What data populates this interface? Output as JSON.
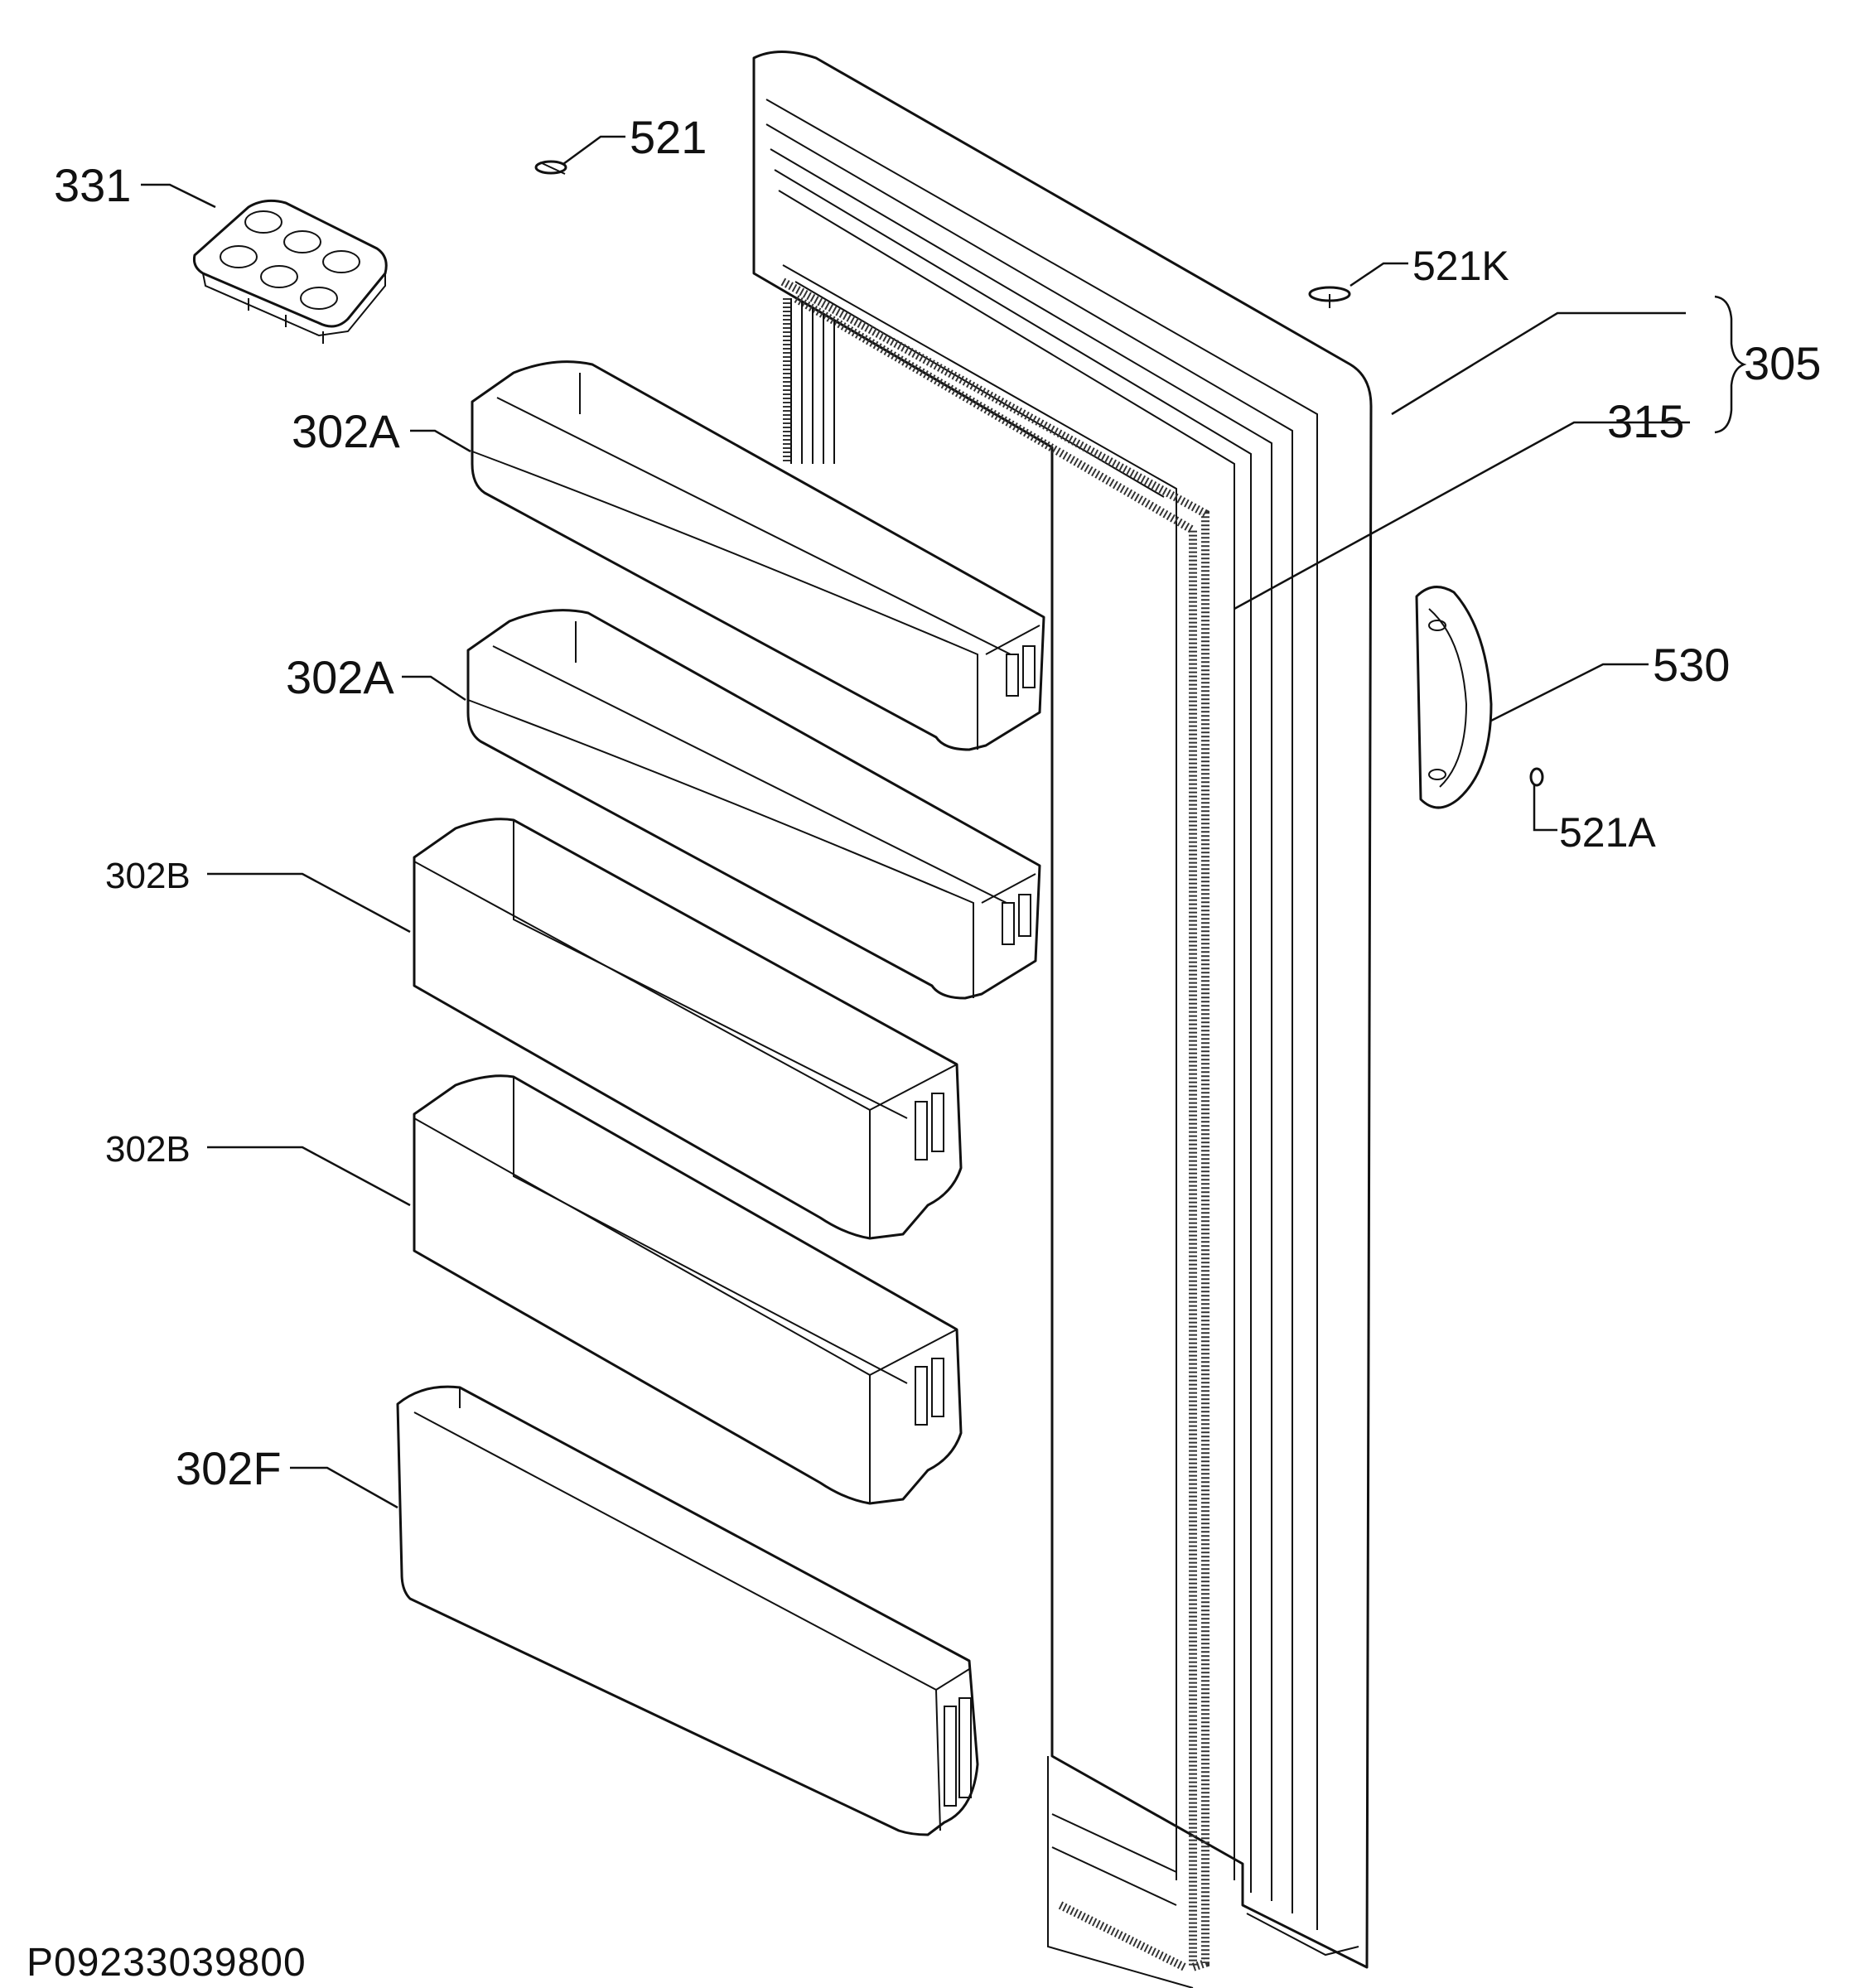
{
  "labels": {
    "l331": "331",
    "l521": "521",
    "l521k": "521K",
    "l305": "305",
    "l315": "315",
    "l530": "530",
    "l521a": "521A",
    "l302a_1": "302A",
    "l302a_2": "302A",
    "l302b_1": "302B",
    "l302b_2": "302B",
    "l302f": "302F"
  },
  "drawing_code": "P09233039800",
  "colors": {
    "line": "#111111",
    "background": "#ffffff"
  }
}
